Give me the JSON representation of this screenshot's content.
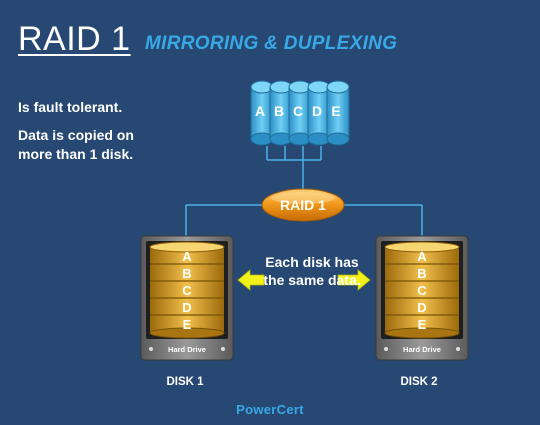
{
  "title": "RAID 1",
  "subtitle": "MIRRORING & DUPLEXING",
  "bullets": [
    "Is fault tolerant.",
    "Data is copied on more than 1 disk."
  ],
  "array_letters": [
    "A",
    "B",
    "C",
    "D",
    "E"
  ],
  "controller_label": "RAID 1",
  "note": "Each disk has the same data.",
  "disks": [
    {
      "letters": [
        "A",
        "B",
        "C",
        "D",
        "E"
      ],
      "drive_label": "Hard Drive",
      "name": "DISK 1"
    },
    {
      "letters": [
        "A",
        "B",
        "C",
        "D",
        "E"
      ],
      "drive_label": "Hard Drive",
      "name": "DISK 2"
    }
  ],
  "brand": "PowerCert",
  "colors": {
    "background": "#264873",
    "subtitle": "#39a9e6",
    "array_blue": "#4ab7e8",
    "controller_orange": "#f08c14",
    "disk_gold": "#e3a41c",
    "arrow_yellow": "#f2f21a",
    "line_blue": "#4ab0e8"
  }
}
